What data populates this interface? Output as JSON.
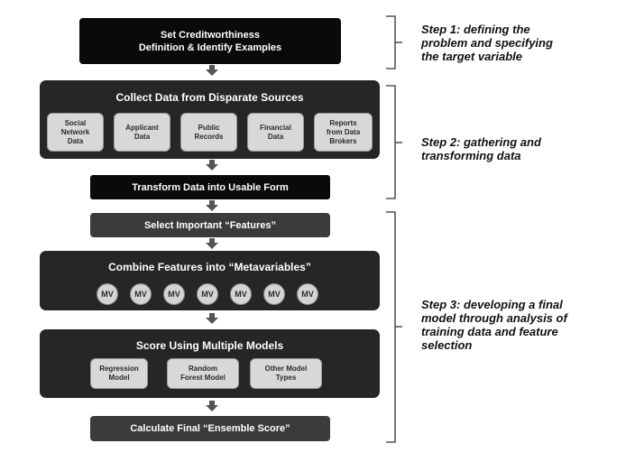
{
  "flow": {
    "box1": [
      "Set Creditworthiness",
      "Definition & Identify Examples"
    ],
    "collect": {
      "title": "Collect Data from Disparate Sources",
      "sources": [
        [
          "Social",
          "Network",
          "Data"
        ],
        [
          "Applicant",
          "Data"
        ],
        [
          "Public",
          "Records"
        ],
        [
          "Financial",
          "Data"
        ],
        [
          "Reports",
          "from Data",
          "Brokers"
        ]
      ]
    },
    "transform": "Transform Data into Usable Form",
    "select": "Select Important “Features”",
    "combine": {
      "title": "Combine Features into “Metavariables”",
      "mv_label": "MV",
      "mv_count": 7
    },
    "score": {
      "title": "Score Using Multiple Models",
      "models": [
        [
          "Regression",
          "Model"
        ],
        [
          "Random",
          "Forest Model"
        ],
        [
          "Other Model",
          "Types"
        ]
      ]
    },
    "ensemble": "Calculate Final “Ensemble Score”"
  },
  "steps": [
    [
      "Step 1: defining the",
      "problem  and specifying",
      "the target variable"
    ],
    [
      "Step 2: gathering and",
      "transforming data"
    ],
    [
      "Step 3: developing a final",
      "model through analysis of",
      "training data and feature",
      "selection"
    ]
  ]
}
